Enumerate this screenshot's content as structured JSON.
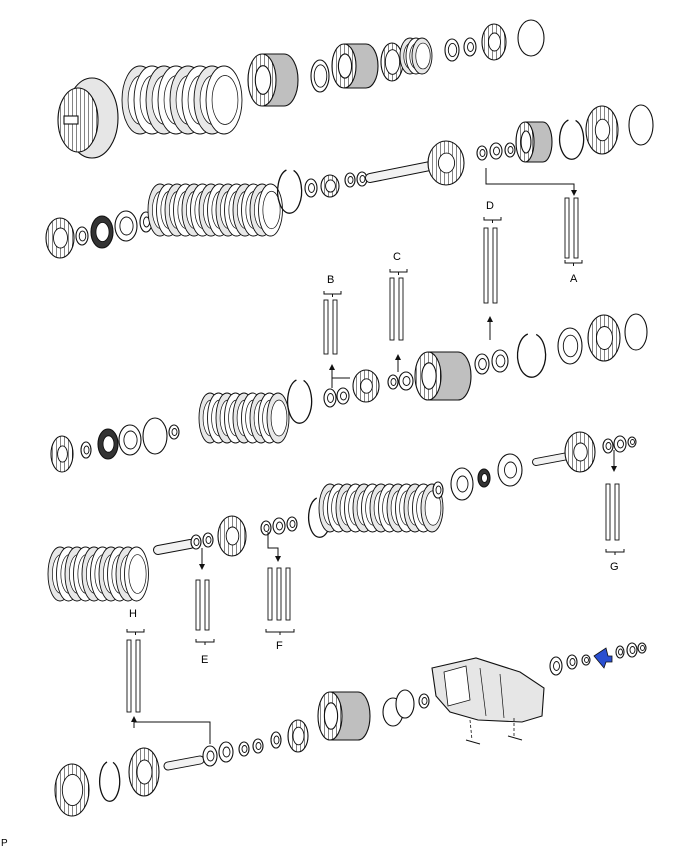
{
  "callouts": {
    "a": "A",
    "b": "B",
    "c": "C",
    "d": "D",
    "e": "E",
    "f": "F",
    "g": "G",
    "h": "H"
  },
  "footer_code": "P",
  "colors": {
    "line": "#111111",
    "part_fill": "#ffffff",
    "part_shade": "#bfbfbf",
    "case_fill": "#e6e6e6",
    "highlight": "#2a4fd0"
  }
}
